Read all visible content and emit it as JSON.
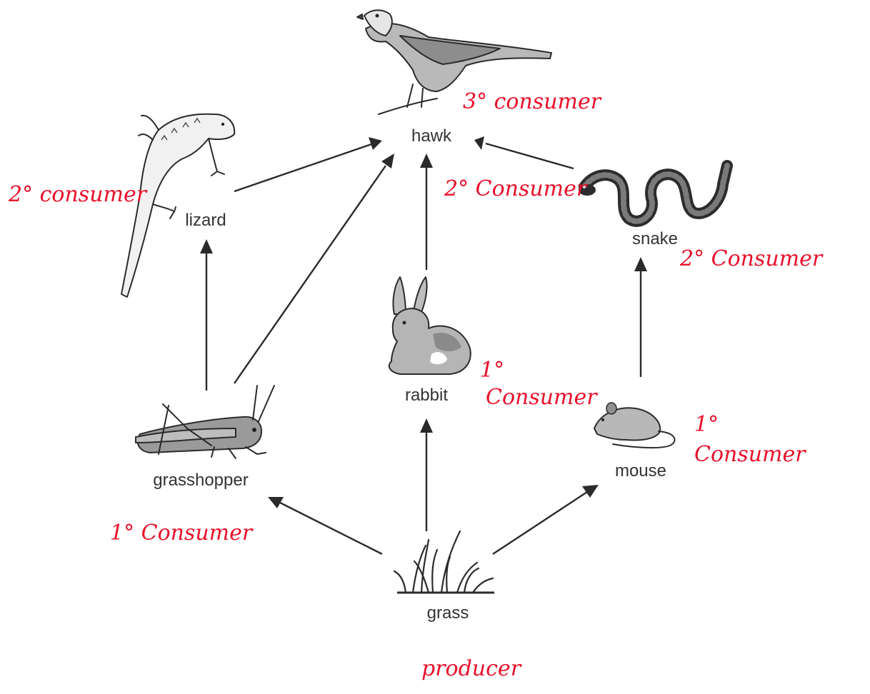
{
  "organisms": {
    "hawk": "hawk",
    "lizard": "lizard",
    "snake": "snake",
    "rabbit": "rabbit",
    "grasshopper": "grasshopper",
    "mouse": "mouse",
    "grass": "grass"
  },
  "annotations": {
    "hawk": "3° consumer",
    "lizard": "2° consumer",
    "snake_left": "2° Consumer",
    "snake_right": "2° Consumer",
    "rabbit_line1": "1°",
    "rabbit_line2": "Consumer",
    "mouse_line1": "1°",
    "mouse_line2": "Consumer",
    "grasshopper": "1° Consumer",
    "grass": "producer"
  },
  "colors": {
    "annotation": "#e8102a",
    "label": "#333333",
    "arrow": "#2a2a2a"
  }
}
